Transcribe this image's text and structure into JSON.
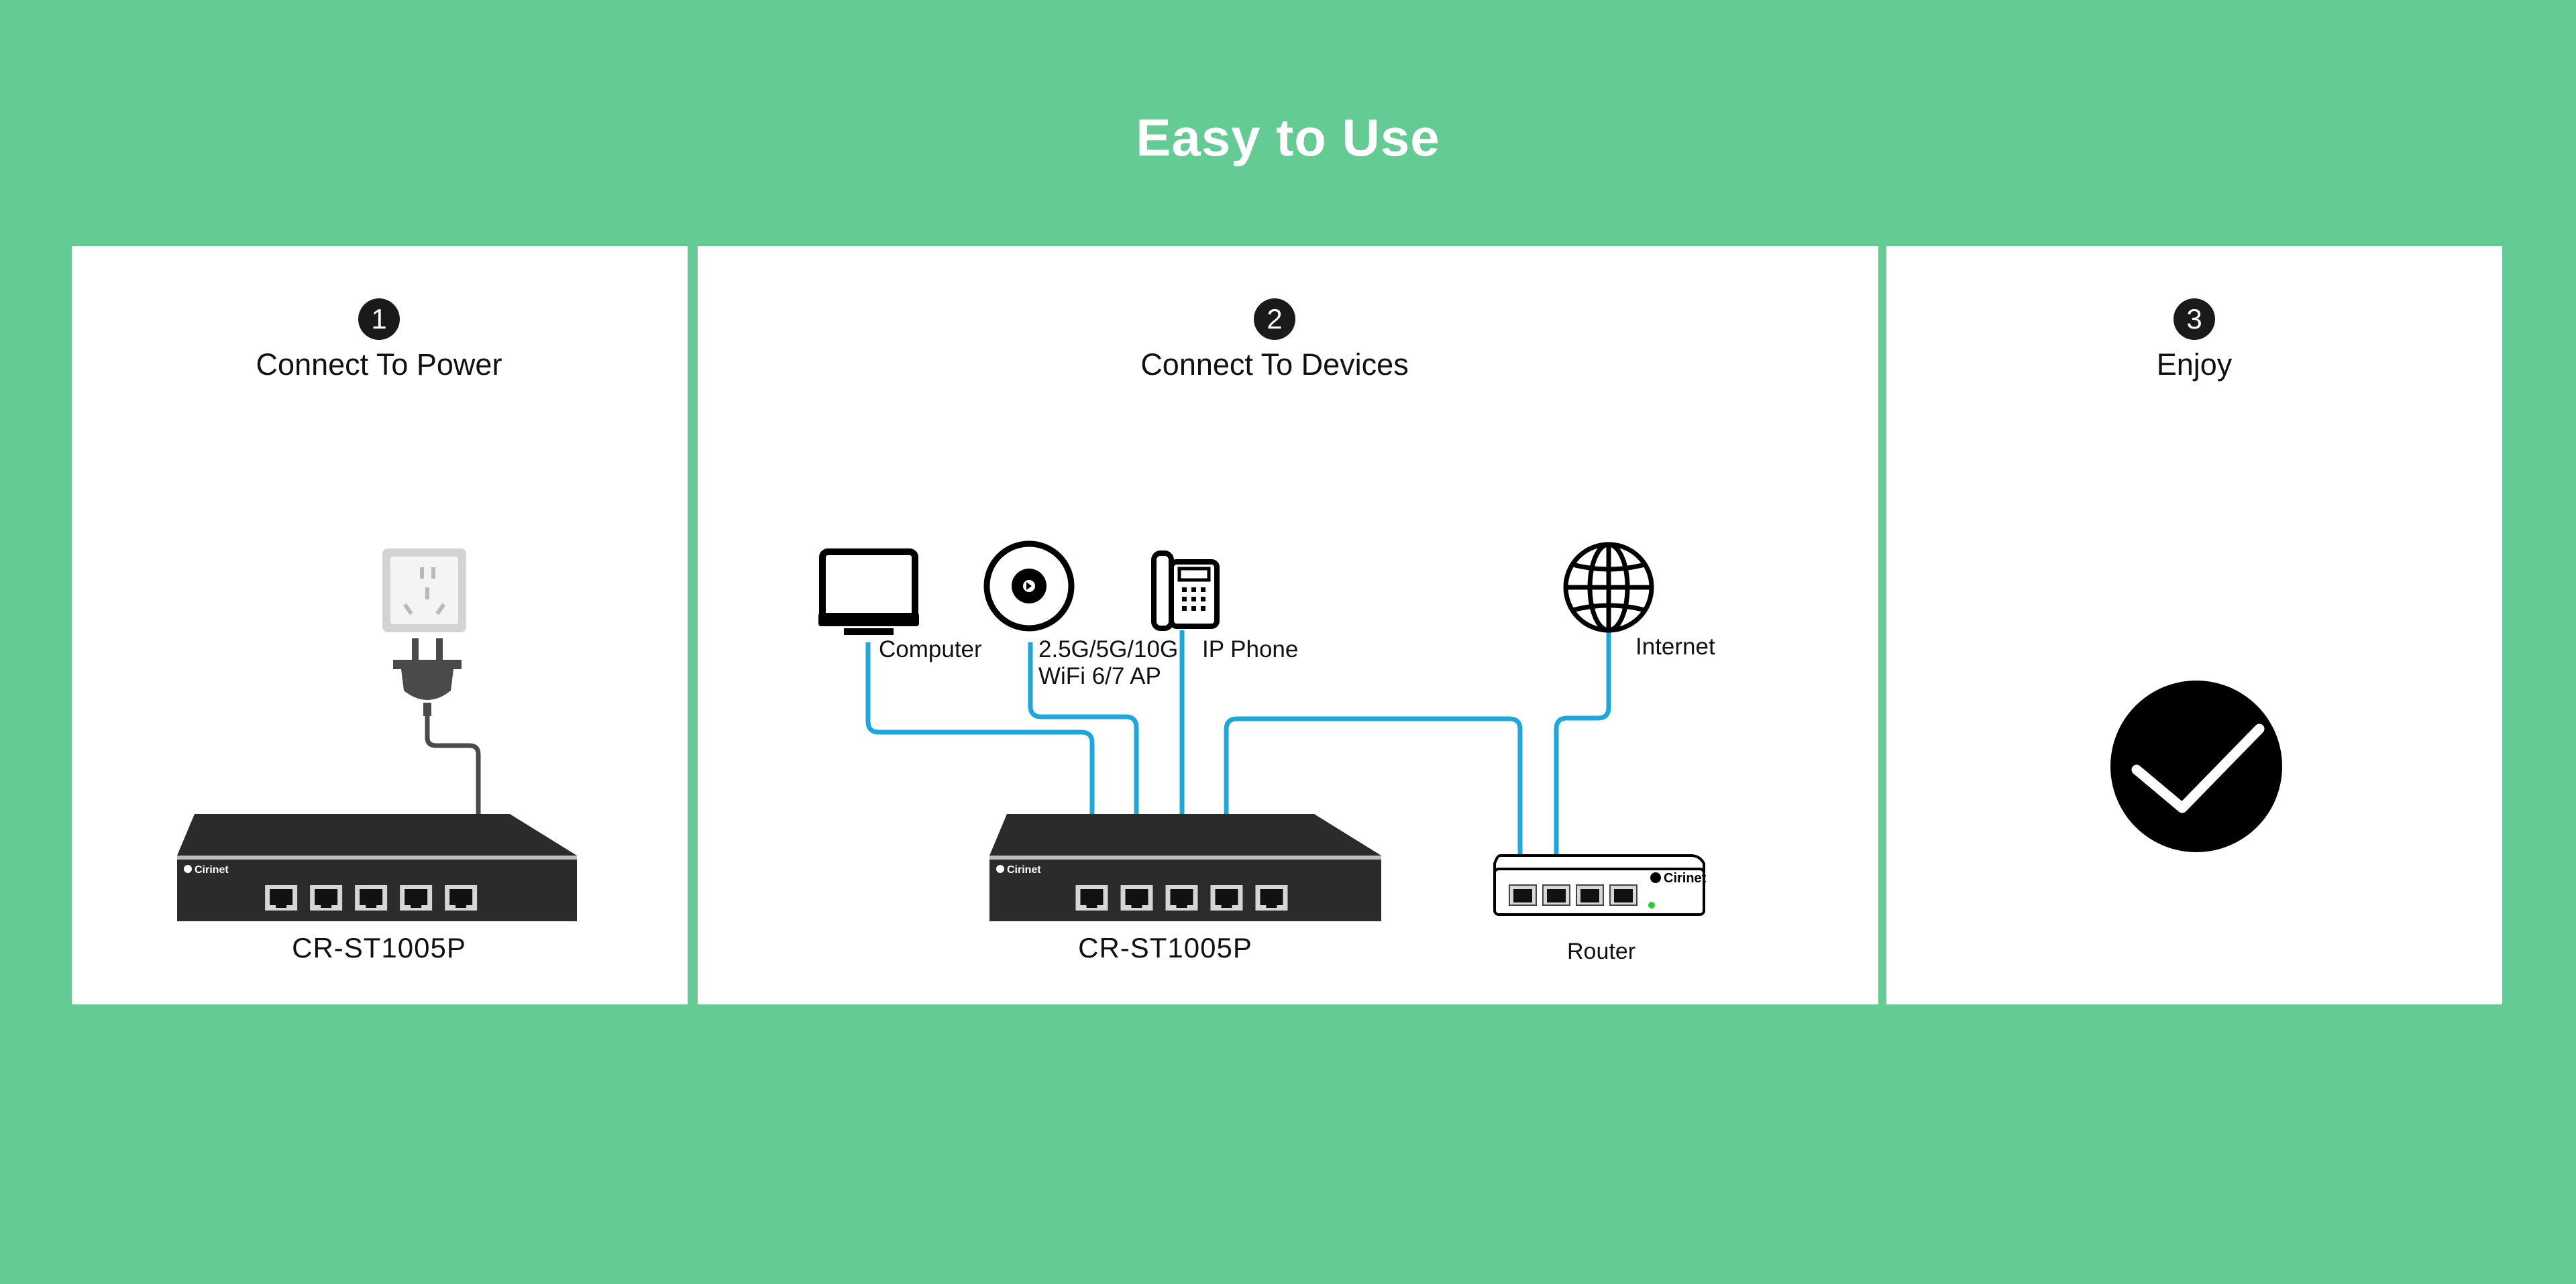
{
  "title": "Easy to Use",
  "steps": [
    {
      "number": "1",
      "title": "Connect To Power"
    },
    {
      "number": "2",
      "title": "Connect To Devices"
    },
    {
      "number": "3",
      "title": "Enjoy"
    }
  ],
  "switch": {
    "model": "CR-ST1005P",
    "brand": "Cirinet"
  },
  "devices": {
    "computer": "Computer",
    "ap_line1": "2.5G/5G/10G",
    "ap_line2": "WiFi 6/7 AP",
    "ip_phone": "IP Phone",
    "internet": "Internet",
    "router": "Router"
  },
  "colors": {
    "background": "#64cb95",
    "panel": "#ffffff",
    "cable": "#1ea7dc",
    "device_body": "#2b2b2b",
    "check_circle": "#000000"
  },
  "icons": [
    "power-outlet-icon",
    "power-plug-icon",
    "computer-icon",
    "wifi-ap-icon",
    "ip-phone-icon",
    "globe-icon",
    "checkmark-icon"
  ]
}
